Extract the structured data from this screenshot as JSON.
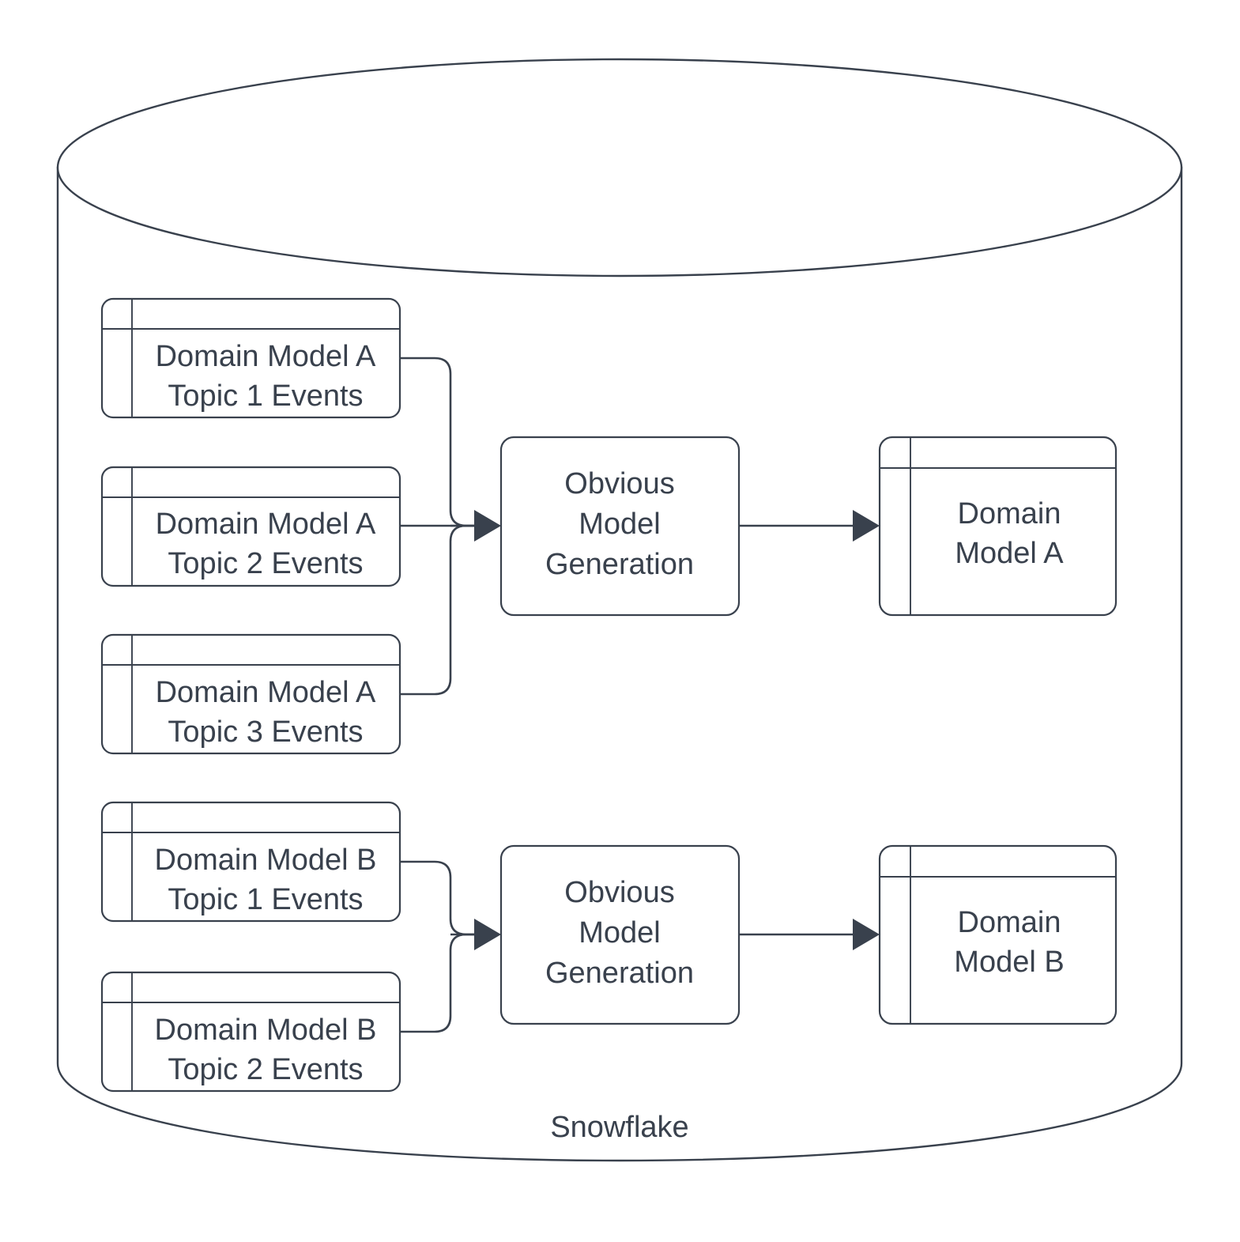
{
  "diagram": {
    "type": "flow-diagram",
    "title_label": "Snowflake",
    "container": {
      "name": "Snowflake",
      "shape": "cylinder",
      "label": "Snowflake"
    },
    "colors": {
      "stroke": "#39414d",
      "text": "#39414d",
      "fill": "#ffffff",
      "background": "#ffffff"
    },
    "groups": [
      {
        "id": "group-a",
        "sources": [
          {
            "id": "a-topic-1",
            "shape": "table",
            "line1": "Domain Model A",
            "line2": "Topic 1 Events"
          },
          {
            "id": "a-topic-2",
            "shape": "table",
            "line1": "Domain Model A",
            "line2": "Topic 2 Events"
          },
          {
            "id": "a-topic-3",
            "shape": "table",
            "line1": "Domain Model A",
            "line2": "Topic 3 Events"
          }
        ],
        "process": {
          "id": "omg-a",
          "shape": "rounded-rect",
          "line1": "Obvious",
          "line2": "Model",
          "line3": "Generation"
        },
        "output": {
          "id": "model-a",
          "shape": "table",
          "line1": "Domain",
          "line2": "Model A"
        }
      },
      {
        "id": "group-b",
        "sources": [
          {
            "id": "b-topic-1",
            "shape": "table",
            "line1": "Domain Model B",
            "line2": "Topic 1 Events"
          },
          {
            "id": "b-topic-2",
            "shape": "table",
            "line1": "Domain Model B",
            "line2": "Topic 2 Events"
          }
        ],
        "process": {
          "id": "omg-b",
          "shape": "rounded-rect",
          "line1": "Obvious",
          "line2": "Model",
          "line3": "Generation"
        },
        "output": {
          "id": "model-b",
          "shape": "table",
          "line1": "Domain",
          "line2": "Model B"
        }
      }
    ]
  }
}
